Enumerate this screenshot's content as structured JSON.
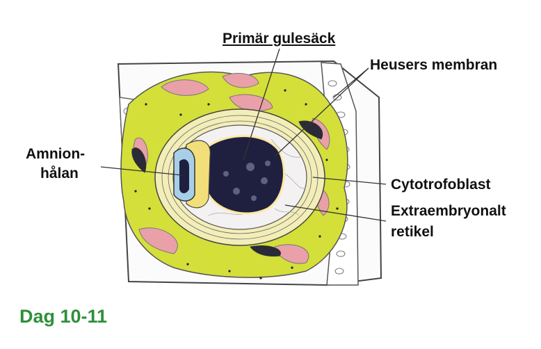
{
  "labels": {
    "primary_yolk_sac": "Primär gulesäck",
    "heusers_membrane": "Heusers membran",
    "amnion_line1": "Amnion-",
    "amnion_line2": "hålan",
    "cytotrophoblast": "Cytotrofoblast",
    "extraembryonic_line1": "Extraembryonalt",
    "extraembryonic_line2": "retikel",
    "day": "Dag 10-11"
  },
  "colors": {
    "syncytiotrophoblast": "#d4df3a",
    "lacunae_blood": "#e9a0a8",
    "cytotrophoblast": "#f3edb8",
    "yolk_sac_dark": "#1f2040",
    "amnion_blue": "#a8cfe8",
    "reticulum": "#f4f1f3",
    "title_green": "#2f8f3a"
  }
}
